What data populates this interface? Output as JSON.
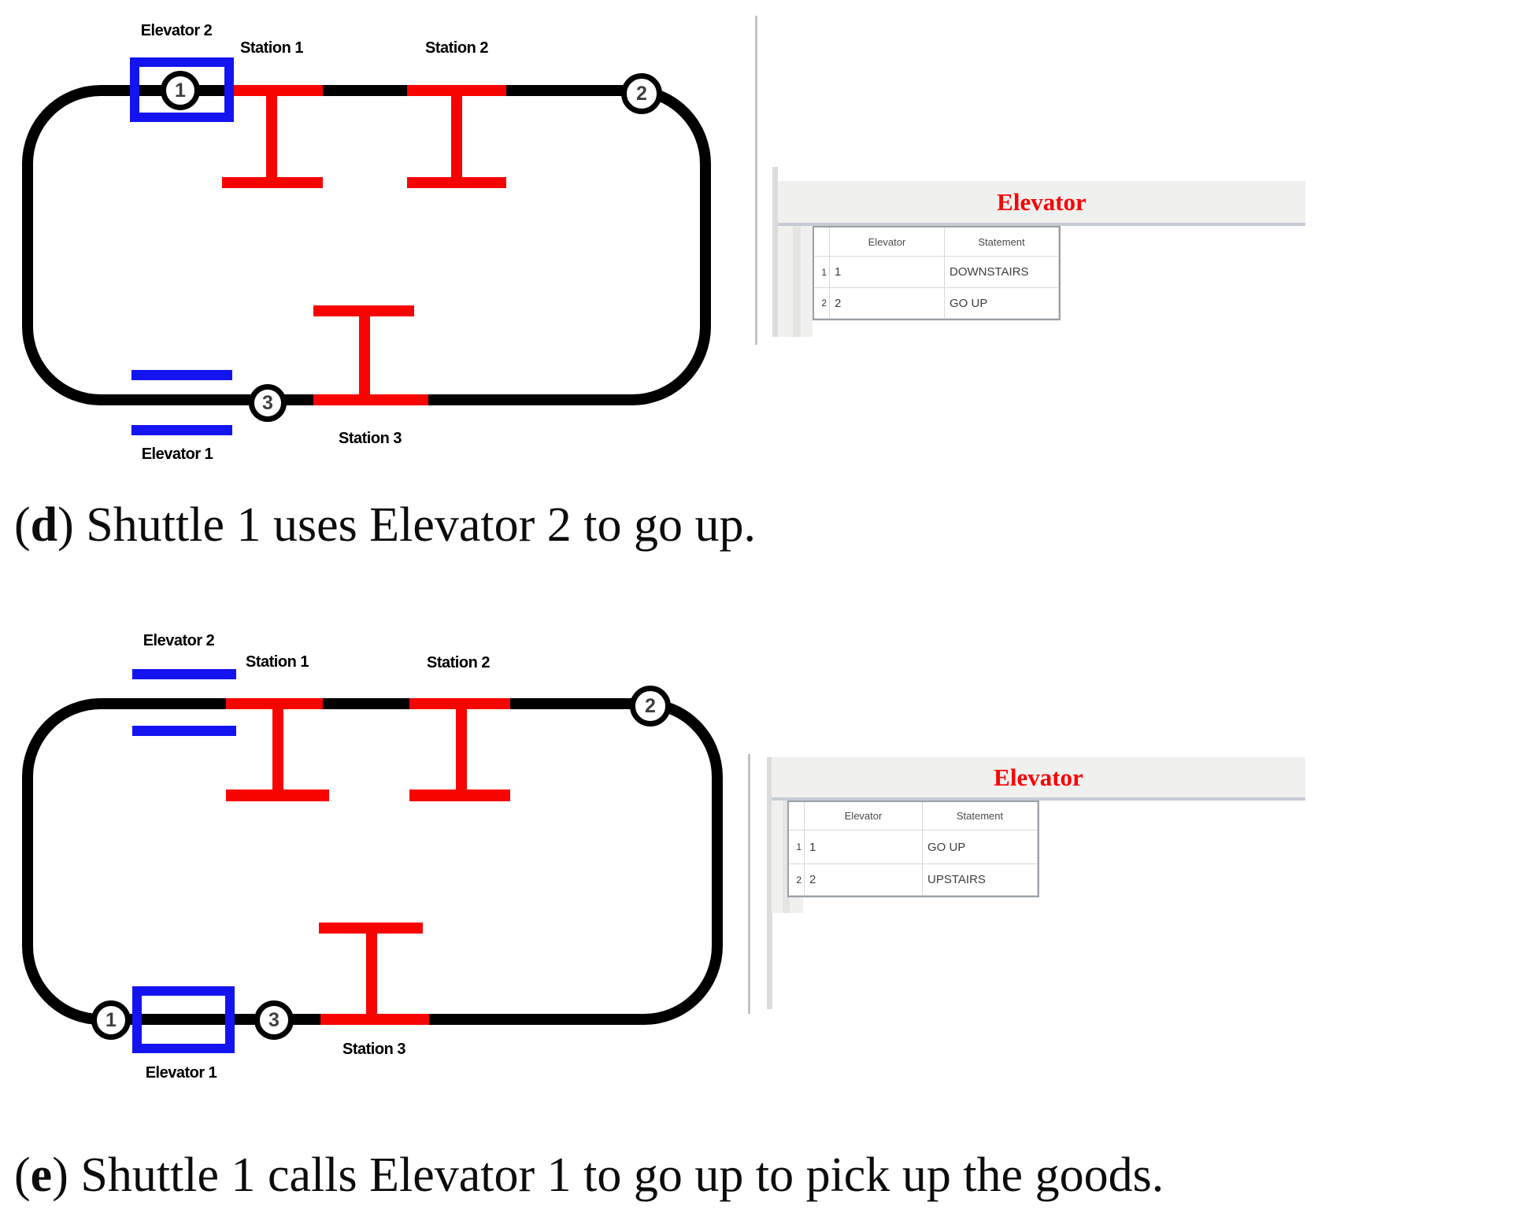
{
  "diagram_d": {
    "elevator2": "Elevator 2",
    "elevator1": "Elevator 1",
    "station1": "Station 1",
    "station2": "Station 2",
    "station3": "Station 3",
    "nodes": {
      "n1": "1",
      "n2": "2",
      "n3": "3"
    }
  },
  "panel_d": {
    "title": "Elevator",
    "col_elevator": "Elevator",
    "col_statement": "Statement",
    "rows": [
      {
        "num": "1",
        "elevator": "1",
        "statement": "DOWNSTAIRS"
      },
      {
        "num": "2",
        "elevator": "2",
        "statement": "GO UP"
      }
    ]
  },
  "caption_d": {
    "open": "(",
    "letter": "d",
    "rest": ") Shuttle 1 uses Elevator 2 to go up."
  },
  "diagram_e": {
    "elevator2": "Elevator 2",
    "elevator1": "Elevator 1",
    "station1": "Station 1",
    "station2": "Station 2",
    "station3": "Station 3",
    "nodes": {
      "n1": "1",
      "n2": "2",
      "n3": "3"
    }
  },
  "panel_e": {
    "title": "Elevator",
    "col_elevator": "Elevator",
    "col_statement": "Statement",
    "rows": [
      {
        "num": "1",
        "elevator": "1",
        "statement": "GO UP"
      },
      {
        "num": "2",
        "elevator": "2",
        "statement": "UPSTAIRS"
      }
    ]
  },
  "caption_e": {
    "open": "(",
    "letter": "e",
    "rest": ") Shuttle 1 calls Elevator 1 to go up to pick up the goods."
  },
  "colors": {
    "track": "#000000",
    "station_red": "#f80400",
    "elevator_blue": "#1414f0",
    "panel_title_red": "#fb0204",
    "band_bg": "#f0f0ef",
    "divider_gray": "#c2c2c2",
    "table_border": "#9aa0a6"
  }
}
